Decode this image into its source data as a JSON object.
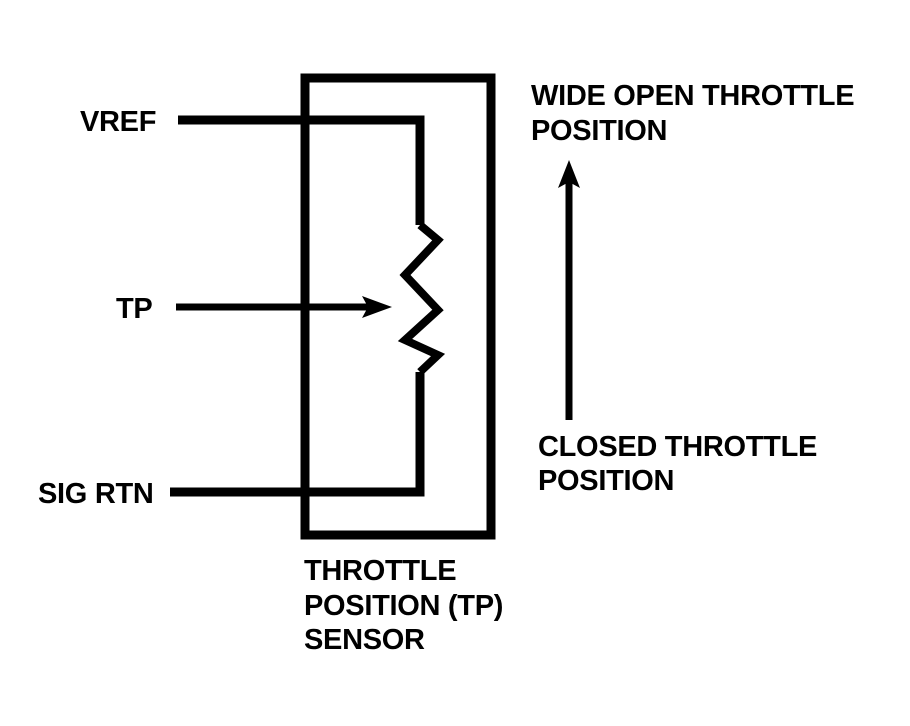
{
  "colors": {
    "ink": "#000000",
    "background": "#ffffff"
  },
  "icons": {
    "tp_wiper": "arrow-right-icon",
    "direction": "arrow-up-icon",
    "element": "resistor-zigzag-icon"
  },
  "pins": {
    "vref": "VREF",
    "tp": "TP",
    "sig_rtn": "SIG RTN"
  },
  "sensor_caption": {
    "line1": "THROTTLE",
    "line2": "POSITION (TP)",
    "line3": "SENSOR"
  },
  "direction": {
    "wide_open_line1": "WIDE OPEN THROTTLE",
    "wide_open_line2": "POSITION",
    "closed_line1": "CLOSED THROTTLE",
    "closed_line2": "POSITION"
  }
}
